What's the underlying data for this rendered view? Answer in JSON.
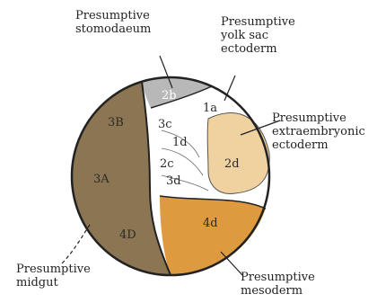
{
  "labels": {
    "stomodaeum": "Presumptive\nstomodaeum",
    "yolk_sac": "Presumptive\nyolk sac\nectoderm",
    "extraembryonic": "Presumptive\nextraembryonic\nectoderm",
    "midgut": "Presumptive\nmidgut",
    "mesoderm": "Presumptive\nmesoderm"
  },
  "cells": {
    "c2b": "2b",
    "c3B": "3B",
    "c3A": "3A",
    "c4D": "4D",
    "c3c": "3c",
    "c1a": "1a",
    "c1d": "1d",
    "c2c": "2c",
    "c2d": "2d",
    "c3d": "3d",
    "c4d": "4d"
  },
  "colors": {
    "midgut": "#8b7552",
    "stomodaeum": "#b8b8b8",
    "extraembryonic": "#f0d2a0",
    "mesoderm": "#de9a3e",
    "outline": "#222222"
  }
}
